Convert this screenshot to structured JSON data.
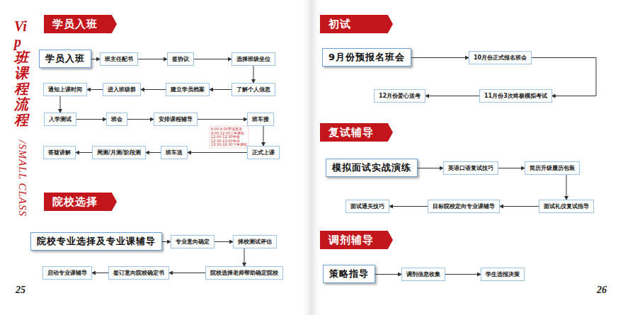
{
  "diagram": {
    "nodes": [
      {
        "text": [
          "学员入班"
        ]
      },
      {
        "text": [
          "学员入班"
        ]
      },
      {
        "text": [
          "班主任配书"
        ]
      },
      {
        "text": [
          "签协议"
        ]
      },
      {
        "text": [
          "选择班级坐位"
        ]
      },
      {
        "text": [
          "了解个人信息"
        ]
      },
      {
        "text": [
          "建立学员档案"
        ]
      },
      {
        "text": [
          "进入班级群"
        ]
      },
      {
        "text": [
          "通知上课时间"
        ]
      },
      {
        "text": [
          "入学测试"
        ]
      },
      {
        "text": [
          "班会"
        ]
      },
      {
        "text": [
          "安排课程辅导"
        ]
      },
      {
        "text": [
          "班车接"
        ]
      },
      {
        "text": [
          "正式上课"
        ]
      },
      {
        "text": [
          "班车送"
        ]
      },
      {
        "text": [
          "周测/月测/阶段测"
        ]
      },
      {
        "text": [
          "答疑讲解"
        ]
      },
      {
        "text": [
          "院校选择"
        ]
      },
      {
        "text": [
          "院校专业选择及专业课辅导"
        ]
      },
      {
        "text": [
          "专业意向确定"
        ]
      },
      {
        "text": [
          "择校测试评估"
        ]
      },
      {
        "text": [
          "院校选择老师帮助确定院校"
        ]
      },
      {
        "text": [
          "签订意向院校确定书"
        ]
      },
      {
        "text": [
          "启动专业课辅导"
        ]
      },
      {
        "text": [
          "初试"
        ]
      },
      {
        "text": [
          "9月份预报名班会"
        ]
      },
      {
        "text": [
          "10月份正式报名班会"
        ]
      },
      {
        "text": [
          "11月份3次终极模拟考试"
        ]
      },
      {
        "text": [
          "12月份爱心送考"
        ]
      },
      {
        "text": [
          "复试辅导"
        ]
      },
      {
        "text": [
          "模拟面试实战演练"
        ]
      },
      {
        "text": [
          "英语口语复试技巧"
        ]
      },
      {
        "text": [
          "简历升级履历包装"
        ]
      },
      {
        "text": [
          "面试礼仪复试指导"
        ]
      },
      {
        "text": [
          "目标院校定向专业课辅导"
        ]
      },
      {
        "text": [
          "面试通关技巧"
        ]
      },
      {
        "text": [
          "调剂辅导"
        ]
      },
      {
        "text": [
          "策略指导"
        ]
      },
      {
        "text": [
          "调剂信息收集"
        ]
      },
      {
        "text": [
          "学生选报决策"
        ]
      }
    ],
    "edges": [
      {
        "from": 1,
        "to": 2,
        "arrow": "to"
      },
      {
        "from": 2,
        "to": 3,
        "arrow": "to"
      },
      {
        "from": 3,
        "to": 4,
        "arrow": "to"
      },
      {
        "from": 4,
        "to": 5,
        "arrow": "to"
      },
      {
        "from": 5,
        "to": 6,
        "arrow": "to"
      },
      {
        "from": 6,
        "to": 7,
        "arrow": "to"
      },
      {
        "from": 7,
        "to": 8,
        "arrow": "to"
      },
      {
        "from": 8,
        "to": 9,
        "arrow": "to"
      },
      {
        "from": 9,
        "to": 10,
        "arrow": "to"
      },
      {
        "from": 10,
        "to": 11,
        "arrow": "to"
      },
      {
        "from": 11,
        "to": 12,
        "arrow": "to"
      },
      {
        "from": 12,
        "to": 13,
        "arrow": "to"
      },
      {
        "from": 13,
        "to": 14,
        "arrow": "to"
      },
      {
        "from": 14,
        "to": 15,
        "arrow": "to"
      },
      {
        "from": 15,
        "to": 16,
        "arrow": "to"
      },
      {
        "from": 18,
        "to": 19,
        "arrow": "to"
      },
      {
        "from": 19,
        "to": 20,
        "arrow": "to"
      },
      {
        "from": 20,
        "to": 21,
        "arrow": "to"
      },
      {
        "from": 21,
        "to": 22,
        "arrow": "to"
      },
      {
        "from": 22,
        "to": 23,
        "arrow": "to"
      },
      {
        "from": 25,
        "to": 26,
        "arrow": "to"
      },
      {
        "from": 26,
        "to": 27,
        "arrow": "to"
      },
      {
        "from": 27,
        "to": 28,
        "arrow": "to"
      },
      {
        "from": 30,
        "to": 31,
        "arrow": "to"
      },
      {
        "from": 31,
        "to": 32,
        "arrow": "to"
      },
      {
        "from": 32,
        "to": 33,
        "arrow": "to"
      },
      {
        "from": 33,
        "to": 34,
        "arrow": "to"
      },
      {
        "from": 34,
        "to": 35,
        "arrow": "to"
      },
      {
        "from": 37,
        "to": 38,
        "arrow": "to"
      },
      {
        "from": 38,
        "to": 39,
        "arrow": "to"
      }
    ],
    "labels": [
      "Vip班课程流程",
      "/SMALL CLASS",
      "8:00-9:00早读英语",
      "9:00-12:00上午课程",
      "12:00-12:30午饭",
      "12:30-13:00午休",
      "13:30-18:30下午课程",
      "25",
      "26"
    ]
  }
}
